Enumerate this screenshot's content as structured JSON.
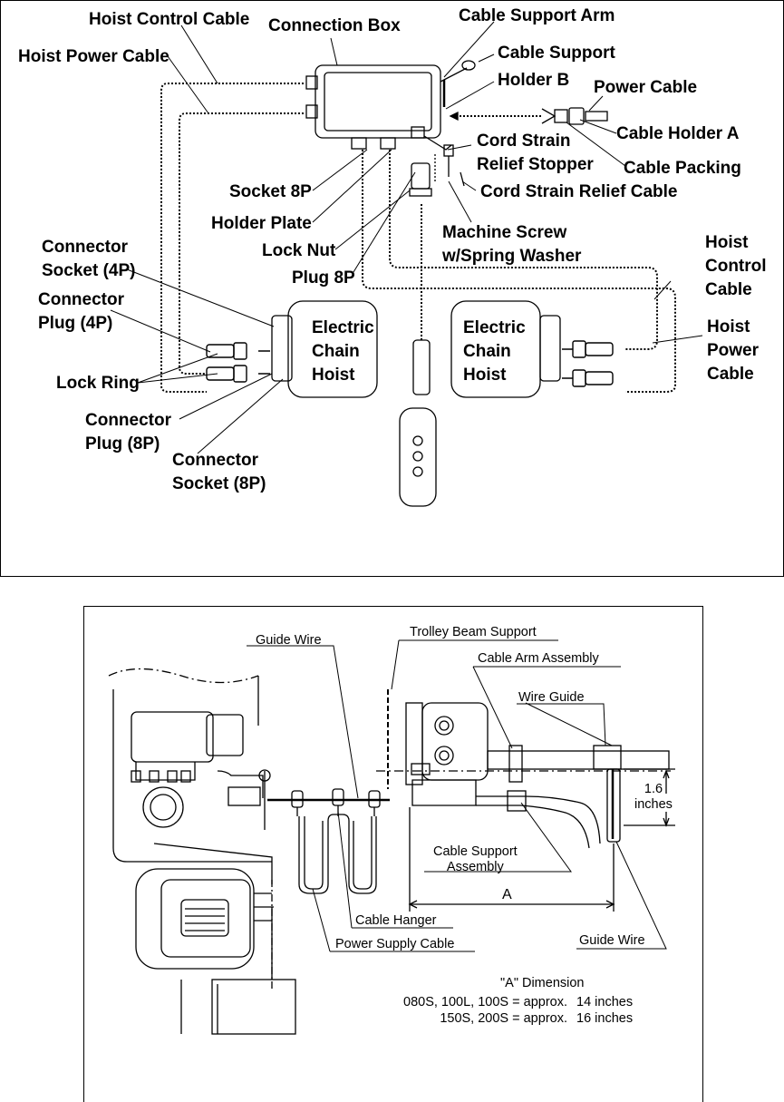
{
  "top_diagram": {
    "labels": {
      "hoist_control_cable": "Hoist Control Cable",
      "connection_box": "Connection Box",
      "cable_support_arm": "Cable Support Arm",
      "hoist_power_cable": "Hoist Power Cable",
      "cable_support_holder_b": [
        "Cable Support",
        "Holder B"
      ],
      "power_cable": "Power Cable",
      "cable_holder_a": "Cable Holder A",
      "cord_strain_relief_stopper": [
        "Cord Strain",
        "Relief Stopper"
      ],
      "cable_packing": "Cable Packing",
      "socket_8p": "Socket 8P",
      "cord_strain_relief_cable": "Cord Strain Relief Cable",
      "holder_plate": "Holder Plate",
      "machine_screw": [
        "Machine Screw",
        "w/Spring Washer"
      ],
      "lock_nut": "Lock Nut",
      "plug_8p": "Plug 8P",
      "connector_socket_4p": [
        "Connector",
        "Socket (4P)"
      ],
      "connector_plug_4p": [
        "Connector",
        "Plug (4P)"
      ],
      "lock_ring": "Lock Ring",
      "connector_plug_8p": [
        "Connector",
        "Plug (8P)"
      ],
      "connector_socket_8p": [
        "Connector",
        "Socket (8P)"
      ],
      "electric_chain_hoist_left": [
        "Electric",
        "Chain",
        "Hoist"
      ],
      "electric_chain_hoist_right": [
        "Electric",
        "Chain",
        "Hoist"
      ],
      "hoist_control_cable_right": [
        "Hoist",
        "Control",
        "Cable"
      ],
      "hoist_power_cable_right": [
        "Hoist",
        "Power",
        "Cable"
      ]
    }
  },
  "bottom_diagram": {
    "labels": {
      "guide_wire_top": "Guide Wire",
      "trolley_beam_support": "Trolley Beam Support",
      "cable_arm_assembly": "Cable Arm Assembly",
      "wire_guide": "Wire Guide",
      "dimension_value": [
        "1.6",
        "inches"
      ],
      "cable_support_assembly": [
        "Cable Support",
        "Assembly"
      ],
      "dimension_a": "A",
      "cable_hanger": "Cable Hanger",
      "guide_wire_bottom": "Guide Wire",
      "power_supply_cable": "Power Supply Cable"
    },
    "a_dimension_note": {
      "title": "\"A\" Dimension",
      "rows": [
        {
          "models": "080S, 100L, 100S = approx.",
          "value": "14 inches"
        },
        {
          "models": "150S, 200S = approx.",
          "value": "16 inches"
        }
      ]
    }
  }
}
